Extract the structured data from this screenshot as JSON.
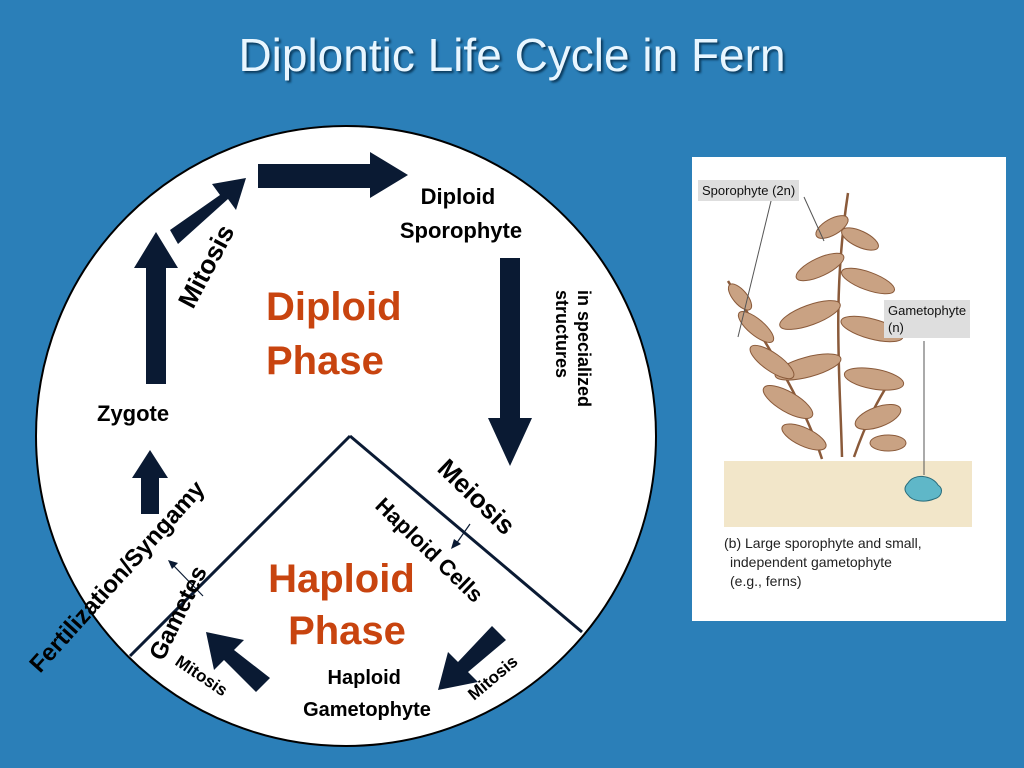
{
  "title": "Diplontic Life Cycle in Fern",
  "cycle": {
    "diploid_sporophyte": [
      "Diploid",
      "Sporophyte"
    ],
    "diploid_phase": [
      "Diploid",
      "Phase"
    ],
    "haploid_phase": [
      "Haploid",
      "Phase"
    ],
    "in_specialized_structures": [
      "in specialized",
      "structures"
    ],
    "mitosis_top": "Mitosis",
    "zygote": "Zygote",
    "meiosis": "Meiosis",
    "haploid_cells": "Haploid Cells",
    "fertilization": "Fertilization/Syngamy",
    "gametes": "Gametes",
    "mitosis_left": "Mitosis",
    "mitosis_right": "Mitosis",
    "haploid_gametophyte": [
      "Haploid",
      "Gametophyte"
    ]
  },
  "figure": {
    "sporophyte_label": "Sporophyte (2n)",
    "gametophyte_label_1": "Gametophyte",
    "gametophyte_label_2": "(n)",
    "caption": [
      "(b) Large sporophyte and small,",
      "independent gametophyte",
      "(e.g., ferns)"
    ]
  },
  "colors": {
    "background": "#2b7fb8",
    "arrow": "#0a1a33",
    "phase_text": "#c8440f",
    "title": "#e8f6ff"
  }
}
